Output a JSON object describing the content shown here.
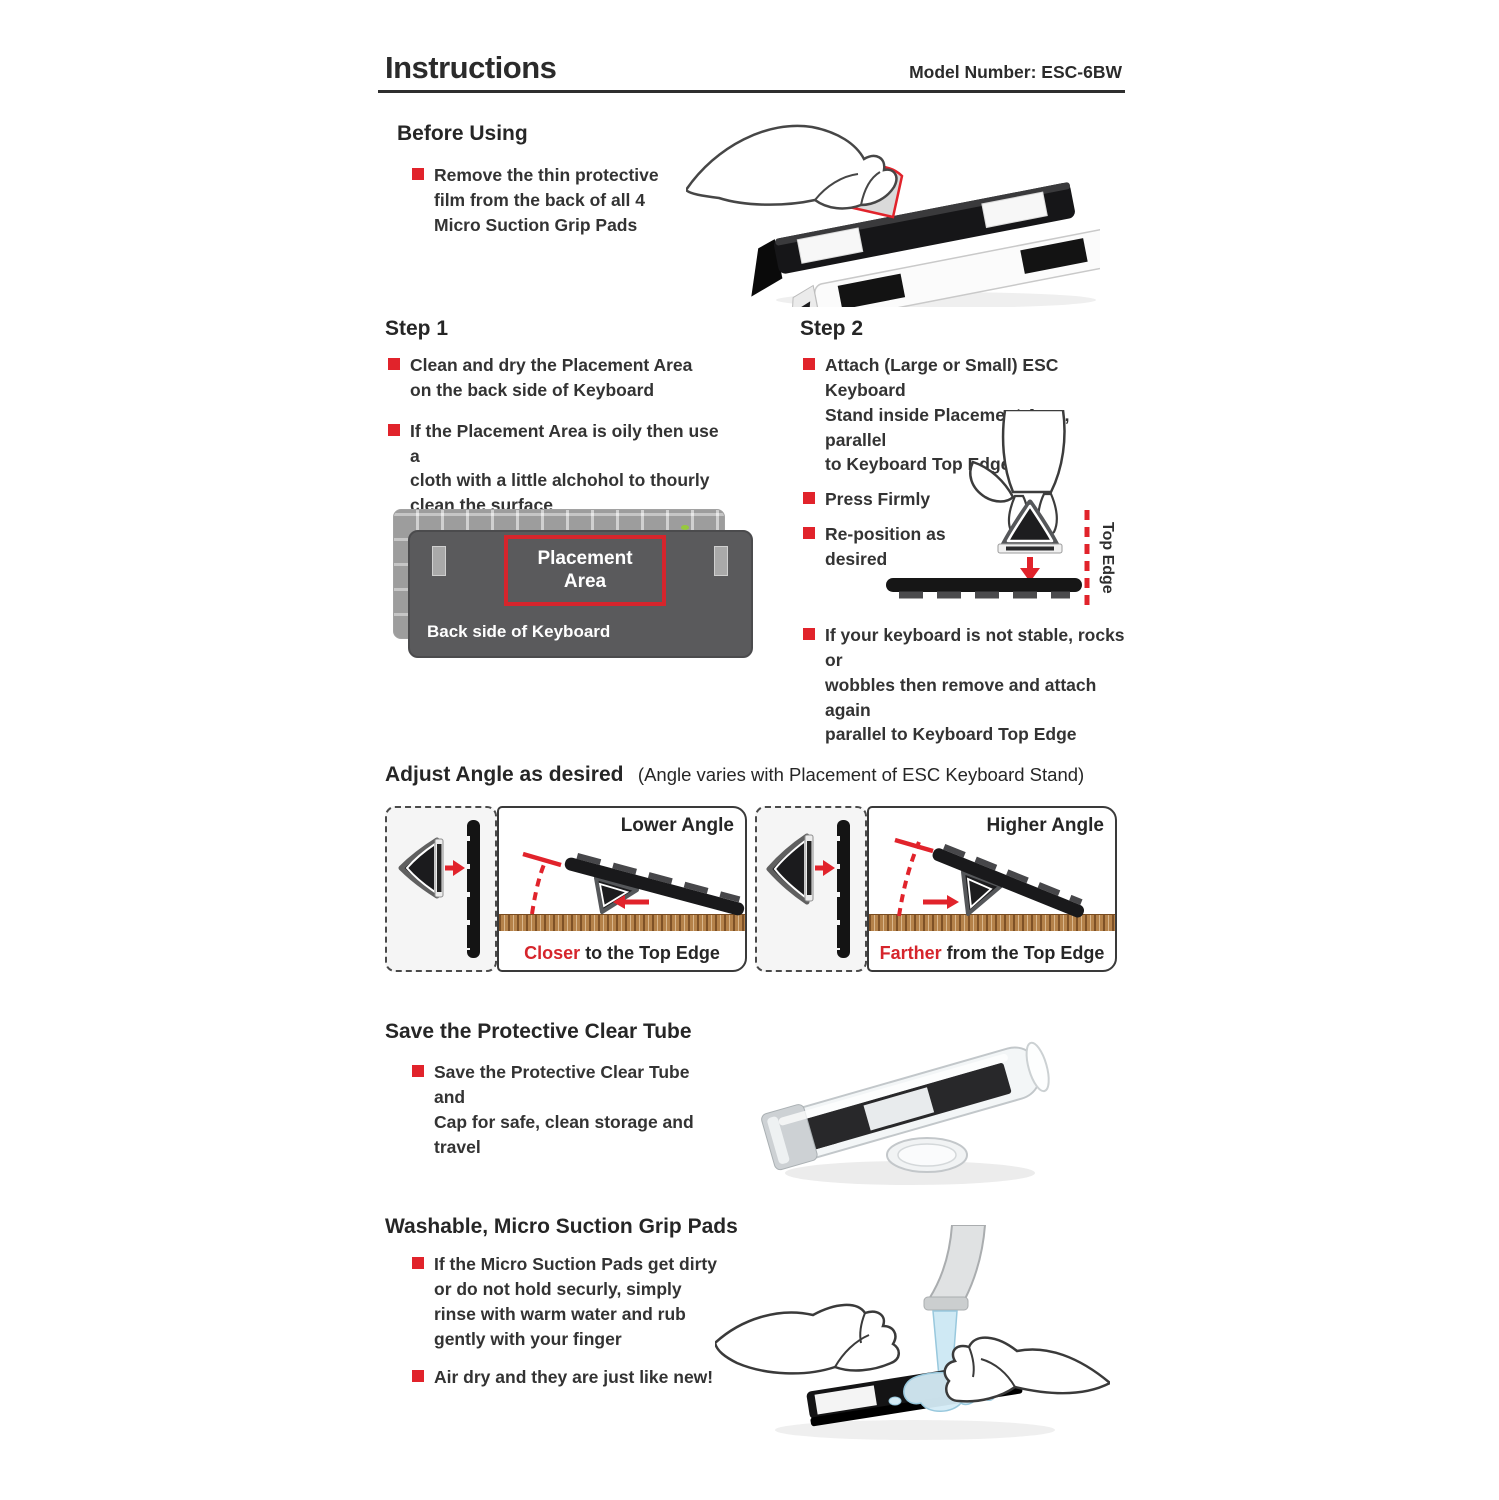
{
  "page": {
    "title": "Instructions",
    "model_number": "Model Number: ESC-6BW"
  },
  "before_using": {
    "heading": "Before Using",
    "bullets": [
      "Remove the thin protective\nfilm from the back of all 4\nMicro Suction Grip Pads"
    ]
  },
  "step1": {
    "heading": "Step 1",
    "bullets": [
      "Clean and dry the Placement Area\non the back side of Keyboard",
      "If the Placement Area is oily then use a\ncloth with a little alchohol to thourly\nclean the surface"
    ]
  },
  "keyboard_diagram": {
    "placement_area_label": "Placement\nArea",
    "back_side_label": "Back side of Keyboard"
  },
  "step2": {
    "heading": "Step 2",
    "bullets": [
      "Attach (Large or Small) ESC Keyboard\nStand inside Placement Area, parallel\nto Keyboard Top Edge",
      "Press Firmly",
      "Re-position as\ndesired"
    ],
    "top_edge_label": "Top Edge",
    "note": "If your keyboard is not stable, rocks or\nwobbles then remove and attach again\nparallel to Keyboard Top Edge"
  },
  "adjust_angle": {
    "heading": "Adjust Angle as desired",
    "subheading": "(Angle varies with Placement of ESC Keyboard Stand)",
    "panels": [
      {
        "title": "Lower Angle",
        "caption_highlight": "Closer",
        "caption_rest": " to the Top Edge"
      },
      {
        "title": "Higher Angle",
        "caption_highlight": "Farther",
        "caption_rest": " from the Top Edge"
      }
    ]
  },
  "save_tube": {
    "heading": "Save the Protective Clear Tube",
    "bullets": [
      "Save the Protective Clear Tube and\nCap for safe, clean storage and\ntravel"
    ]
  },
  "washable": {
    "heading": "Washable, Micro Suction Grip Pads",
    "bullets": [
      "If the Micro Suction Pads get dirty\nor do not hold securly, simply\nrinse with warm water and rub\ngently with your finger",
      "Air dry and they are just like new!"
    ]
  },
  "colors": {
    "accent_red": "#e1232b",
    "text_dark": "#2e2e2e",
    "panel_gray": "#5a5a5c",
    "wood_brown": "#b5824a"
  }
}
